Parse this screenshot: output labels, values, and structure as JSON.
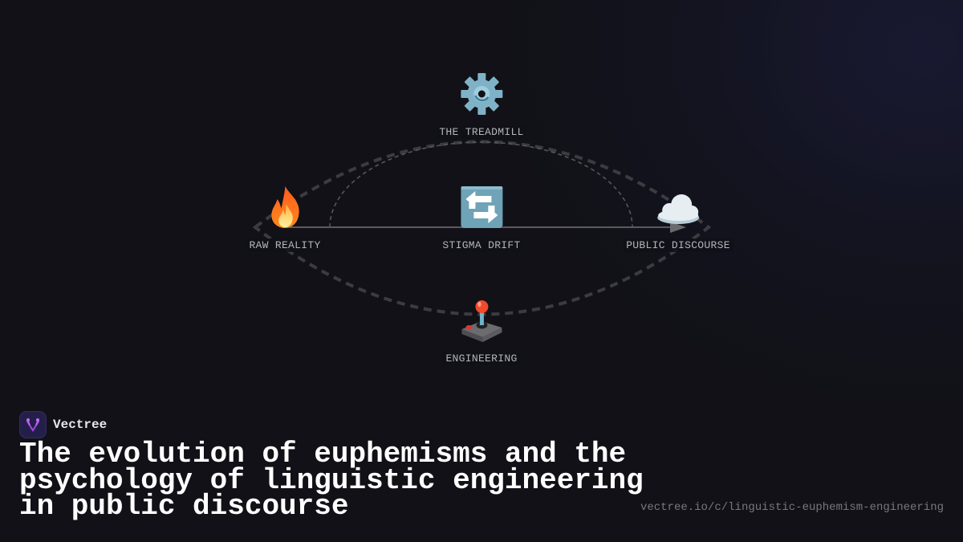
{
  "diagram": {
    "nodes": {
      "top": {
        "label": "THE TREADMILL",
        "icon": "gear-icon"
      },
      "left": {
        "label": "RAW REALITY",
        "icon": "fire-icon"
      },
      "center": {
        "label": "STIGMA DRIFT",
        "icon": "repeat-arrows-icon"
      },
      "right": {
        "label": "PUBLIC DISCOURSE",
        "icon": "cloud-icon"
      },
      "bottom": {
        "label": "ENGINEERING",
        "icon": "joystick-icon"
      }
    },
    "colors": {
      "outer_dashed": "#3c3c40",
      "inner_dashed": "#55555a",
      "axis_line": "#5a5a5e",
      "label_text": "#b4b4ba"
    }
  },
  "brand": {
    "name": "Vectree",
    "logo_color": "#a347e0"
  },
  "title": "The evolution of euphemisms and the psychology of linguistic engineering in public discourse",
  "url": "vectree.io/c/linguistic-euphemism-engineering",
  "background": "#111117"
}
